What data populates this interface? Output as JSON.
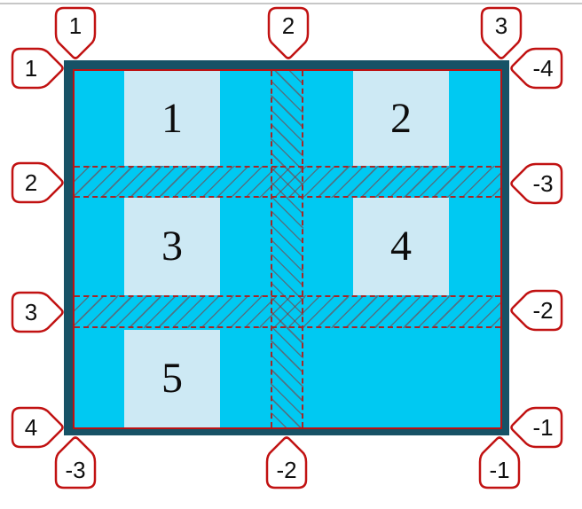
{
  "figure": {
    "items": [
      {
        "label": "1"
      },
      {
        "label": "2"
      },
      {
        "label": "3"
      },
      {
        "label": "4"
      },
      {
        "label": "5"
      }
    ],
    "line_numbers": {
      "top": [
        "1",
        "2",
        "3"
      ],
      "left": [
        "1",
        "2",
        "3",
        "4"
      ],
      "right": [
        "-4",
        "-3",
        "-2",
        "-1"
      ],
      "bottom": [
        "-3",
        "-2",
        "-1"
      ]
    },
    "colors": {
      "container_border": "#175266",
      "container_inner_line": "#bd1111",
      "grid_background": "#00c9f2",
      "item_fill": "#cde9f4",
      "gap_dash_line": "#a62626",
      "badge_border": "#c11212",
      "badge_fill": "#ffffff",
      "number_text": "#101010"
    }
  }
}
